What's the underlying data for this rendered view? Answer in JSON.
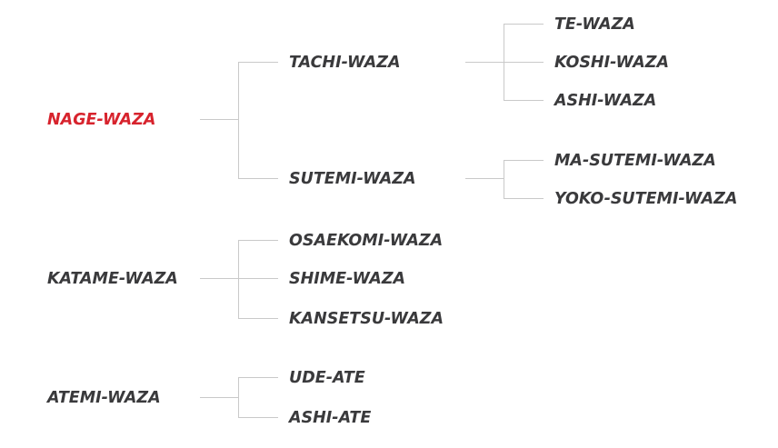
{
  "colors": {
    "text": "#3a3a3c",
    "highlight": "#d7232d",
    "connector": "#c9c9c9"
  },
  "tree": [
    {
      "label": "NAGE-WAZA",
      "highlighted": true,
      "children": [
        {
          "label": "TACHI-WAZA",
          "children": [
            {
              "label": "TE-WAZA"
            },
            {
              "label": "KOSHI-WAZA"
            },
            {
              "label": "ASHI-WAZA"
            }
          ]
        },
        {
          "label": "SUTEMI-WAZA",
          "children": [
            {
              "label": "MA-SUTEMI-WAZA"
            },
            {
              "label": "YOKO-SUTEMI-WAZA"
            }
          ]
        }
      ]
    },
    {
      "label": "KATAME-WAZA",
      "children": [
        {
          "label": "OSAEKOMI-WAZA"
        },
        {
          "label": "SHIME-WAZA"
        },
        {
          "label": "KANSETSU-WAZA"
        }
      ]
    },
    {
      "label": "ATEMI-WAZA",
      "children": [
        {
          "label": "UDE-ATE"
        },
        {
          "label": "ASHI-ATE"
        }
      ]
    }
  ]
}
